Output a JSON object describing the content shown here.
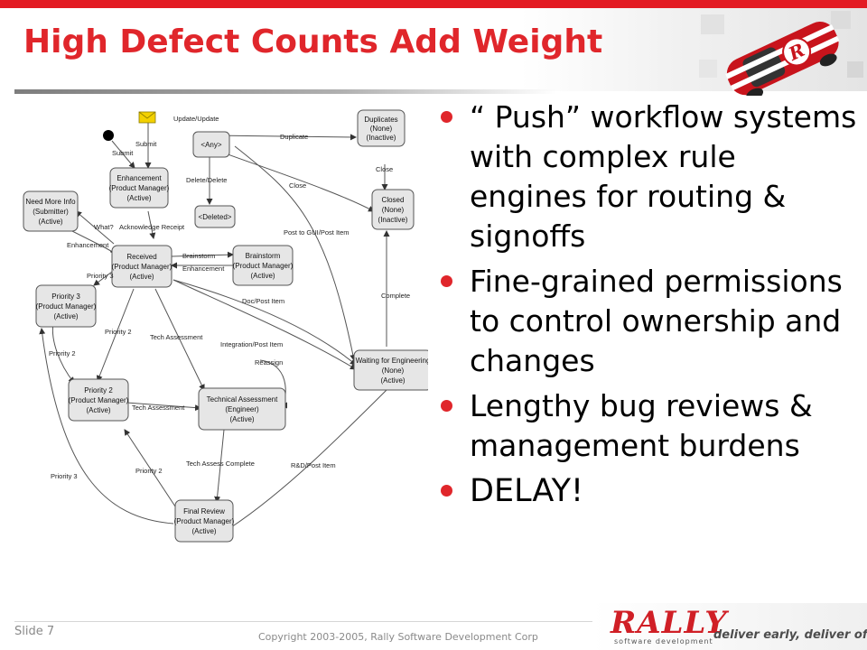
{
  "header": {
    "title": "High Defect Counts Add Weight"
  },
  "diagram": {
    "nodes": {
      "duplicates": [
        "Duplicates",
        "(None)",
        "(Inactive)"
      ],
      "closed": [
        "Closed",
        "(None)",
        "(Inactive)"
      ],
      "any": [
        "<Any>"
      ],
      "deleted": [
        "<Deleted>"
      ],
      "enhancement": [
        "Enhancement",
        "(Product Manager)",
        "(Active)"
      ],
      "need_more_info": [
        "Need More Info",
        "(Submitter)",
        "(Active)"
      ],
      "received": [
        "Received",
        "(Product Manager)",
        "(Active)"
      ],
      "brainstorm": [
        "Brainstorm",
        "(Product Manager)",
        "(Active)"
      ],
      "priority3": [
        "Priority 3",
        "(Product Manager)",
        "(Active)"
      ],
      "waiting": [
        "Waiting for Engineering",
        "(None)",
        "(Active)"
      ],
      "priority2": [
        "Priority 2",
        "(Product Manager)",
        "(Active)"
      ],
      "tech_assessment": [
        "Technical Assessment",
        "(Engineer)",
        "(Active)"
      ],
      "final_review": [
        "Final Review",
        "(Product Manager)",
        "(Active)"
      ]
    },
    "edge_labels": {
      "submit_top": "Submit",
      "submit_left": "Submit",
      "update_update": "Update/Update",
      "duplicate": "Duplicate",
      "close_dup": "Close",
      "delete_delete": "Delete/Delete",
      "close_any": "Close",
      "what": "What?",
      "acknowledge_receipt": "Acknowledge Receipt",
      "enhancement_left": "Enhancement",
      "brainstorm": "Brainstorm",
      "enhancement_right": "Enhancement",
      "post_gui": "Post to GUI/Post Item",
      "priority3_a": "Priority 3",
      "doc_post": "Doc/Post Item",
      "complete": "Complete",
      "priority2_a": "Priority 2",
      "tech_assessment_a": "Tech Assessment",
      "integration_post": "Integration/Post Item",
      "priority2_left": "Priority 2",
      "reassign": "Reassign",
      "tech_assessment_b": "Tech Assessment",
      "tech_assess_complete": "Tech Assess Complete",
      "rnd_post": "R&D/Post Item",
      "priority2_b": "Priority 2",
      "priority3_b": "Priority 3"
    }
  },
  "bullets": [
    "“ Push” workflow systems with complex rule engines for routing & signoffs",
    "Fine-grained permissions to control ownership and changes",
    "Lengthy bug reviews & management burdens",
    "DELAY!"
  ],
  "footer": {
    "slide_label": "Slide  7",
    "copyright": "Copyright 2003-2005, Rally Software Development Corp",
    "logo_text": "RALLY",
    "logo_sub": "software development",
    "tagline": "deliver early, deliver often"
  },
  "colors": {
    "accent": "#e0262b",
    "node_fill": "#e6e6e6",
    "node_stroke": "#555555"
  }
}
